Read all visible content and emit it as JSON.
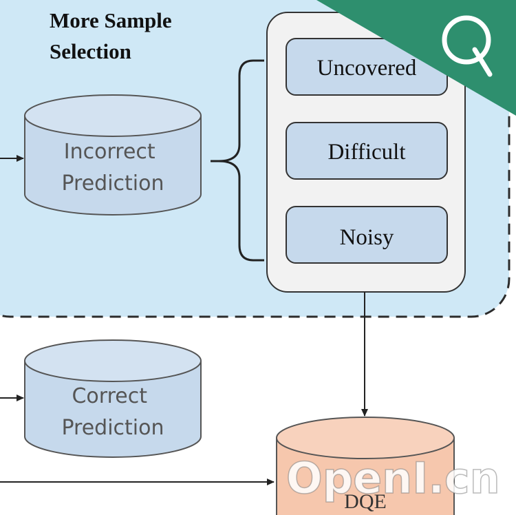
{
  "region": {
    "title_line1": "More Sample",
    "title_line2": "Selection"
  },
  "cylinders": {
    "incorrect": {
      "line1": "Incorrect",
      "line2": "Prediction"
    },
    "correct": {
      "line1": "Correct",
      "line2": "Prediction"
    },
    "dqe": {
      "label": "DQE"
    }
  },
  "categories": [
    {
      "label": "Uncovered"
    },
    {
      "label": "Difficult"
    },
    {
      "label": "Noisy"
    }
  ],
  "watermark": {
    "text": "OpenI.cn"
  },
  "colors": {
    "region_fill": "#cfe8f6",
    "cylinder_fill": "#c6d9ec",
    "dqe_fill": "#f6c7ad",
    "panel_fill": "#f2f2f2",
    "corner_badge": "#2e8f6e"
  }
}
